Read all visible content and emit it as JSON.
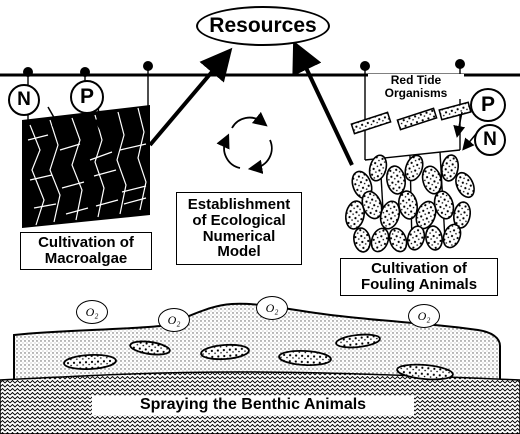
{
  "title": "Resources",
  "nutrients": {
    "n_left": "N",
    "p_left": "P",
    "p_right": "P",
    "n_right": "N"
  },
  "labels": {
    "red_tide_line1": "Red Tide",
    "red_tide_line2": "Organisms",
    "macroalgae_line1": "Cultivation of",
    "macroalgae_line2": "Macroalgae",
    "model_line1": "Establishment",
    "model_line2": "of Ecological",
    "model_line3": "Numerical",
    "model_line4": "Model",
    "fouling_line1": "Cultivation of",
    "fouling_line2": "Fouling Animals",
    "benthic": "Spraying the Benthic Animals"
  },
  "oxygen": [
    "O₂",
    "O₂",
    "O₂",
    "O₂"
  ],
  "colors": {
    "ink": "#000000",
    "paper": "#ffffff",
    "sediment": "#b8b8b8"
  }
}
